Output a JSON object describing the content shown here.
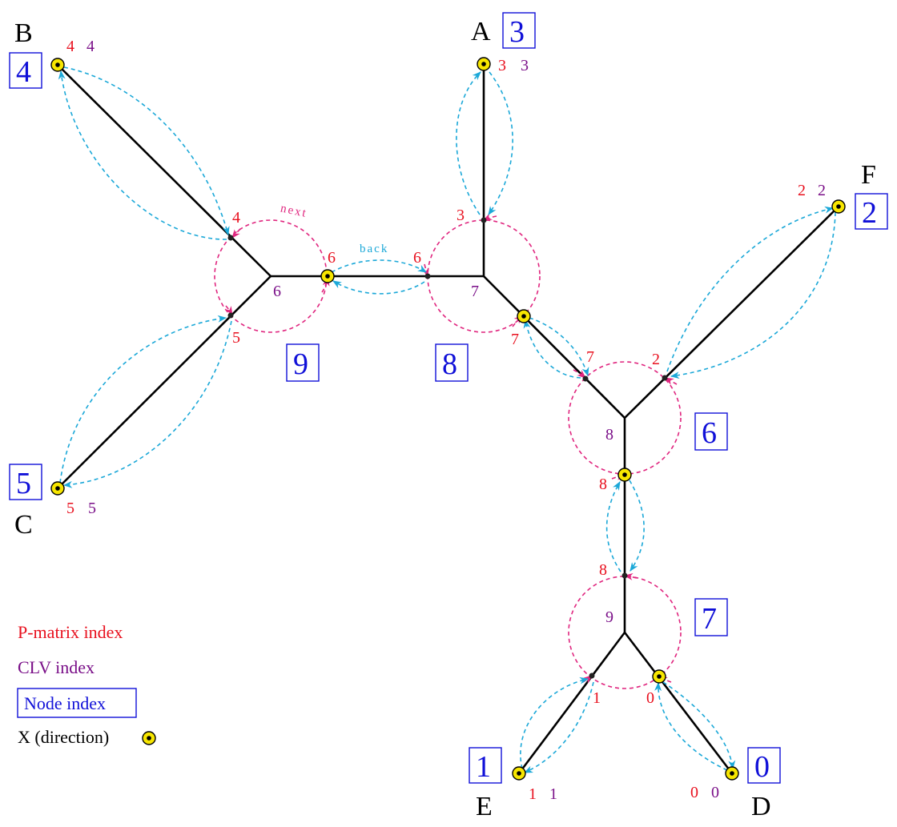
{
  "leaves": [
    {
      "label": "A",
      "node_index": "3",
      "pmatrix": "3",
      "clv": "3"
    },
    {
      "label": "B",
      "node_index": "4",
      "pmatrix": "4",
      "clv": "4"
    },
    {
      "label": "C",
      "node_index": "5",
      "pmatrix": "5",
      "clv": "5"
    },
    {
      "label": "D",
      "node_index": "0",
      "pmatrix": "0",
      "clv": "0"
    },
    {
      "label": "E",
      "node_index": "1",
      "pmatrix": "1",
      "clv": "1"
    },
    {
      "label": "F",
      "node_index": "2",
      "pmatrix": "2",
      "clv": "2"
    }
  ],
  "inner_nodes": [
    {
      "node_index": "9",
      "clv": "6",
      "pmatrix": [
        "4",
        "5",
        "6"
      ]
    },
    {
      "node_index": "8",
      "clv": "7",
      "pmatrix": [
        "3",
        "6",
        "7"
      ]
    },
    {
      "node_index": "6",
      "clv": "8",
      "pmatrix": [
        "7",
        "2",
        "8"
      ]
    },
    {
      "node_index": "7",
      "clv": "9",
      "pmatrix": [
        "8",
        "1",
        "0"
      ]
    }
  ],
  "annotations": {
    "next": "next",
    "back": "back"
  },
  "legend": {
    "pmatrix": "P-matrix index",
    "clv": "CLV index",
    "node": "Node index",
    "direction": "X (direction)"
  },
  "colors": {
    "pmatrix": "#e8101e",
    "clv": "#7a0f88",
    "node": "#1010d8",
    "arrows_blue": "#1ba8d8",
    "rings_pink": "#e0267f",
    "marker": "#f7e600"
  }
}
